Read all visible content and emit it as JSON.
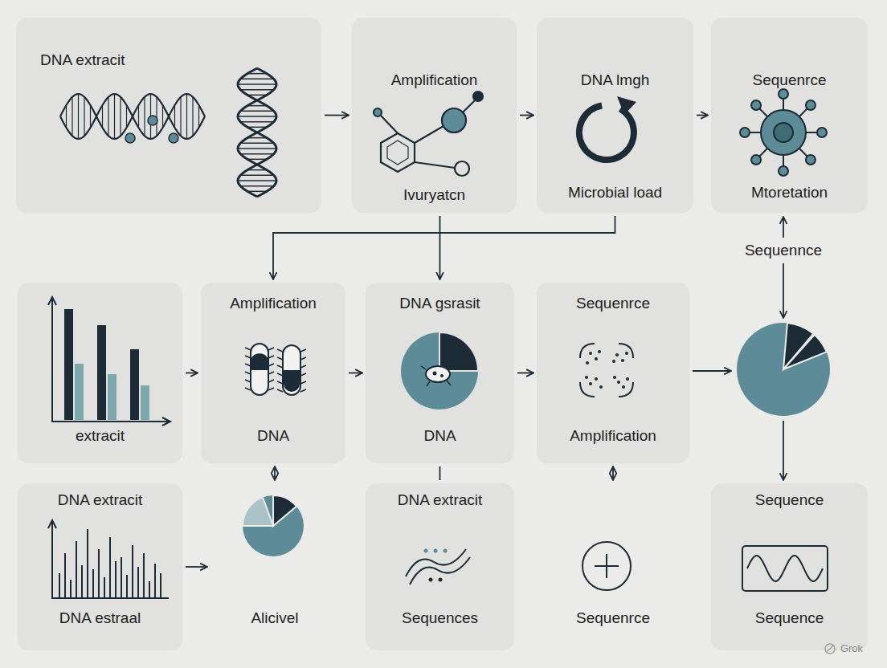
{
  "diagram": {
    "nodes": [
      {
        "text": [
          "DNA extracit"
        ]
      },
      {
        "text": [
          "Amplification",
          "Ivuryatcn"
        ]
      },
      {
        "text": [
          "DNA lmgh",
          "Microbial load"
        ]
      },
      {
        "text": [
          "Sequenrce",
          "Mtoretation"
        ]
      },
      {
        "text": [
          "extracit"
        ]
      },
      {
        "text": [
          "Amplification",
          "DNA"
        ]
      },
      {
        "text": [
          "DNA gsrasit",
          "DNA"
        ]
      },
      {
        "text": [
          "Sequenrce",
          "Amplification"
        ]
      },
      {
        "text": [
          "DNA extracit",
          "DNA estraal"
        ]
      },
      {
        "text": [
          "Alicivel"
        ]
      },
      {
        "text": [
          "DNA extracit",
          "Sequences"
        ]
      },
      {
        "text": [
          "Sequenrce"
        ]
      },
      {
        "text": [
          "Sequence",
          "Sequence"
        ]
      }
    ],
    "edges": [
      {
        "from": 0,
        "to": 1,
        "arrow": "to"
      },
      {
        "from": 1,
        "to": 2,
        "arrow": "to"
      },
      {
        "from": 2,
        "to": 3,
        "arrow": "to"
      },
      {
        "from": 2,
        "to": 5,
        "arrow": "to"
      },
      {
        "from": 1,
        "to": 6,
        "arrow": "to"
      },
      {
        "from": 4,
        "to": 5,
        "arrow": "to"
      },
      {
        "from": 5,
        "to": 6,
        "arrow": "to"
      },
      {
        "from": 6,
        "to": 7,
        "arrow": "to"
      },
      {
        "from": 5,
        "to": 9,
        "arrow": "both"
      },
      {
        "from": 6,
        "to": 10,
        "arrow": "none"
      },
      {
        "from": 7,
        "to": 11,
        "arrow": "both"
      },
      {
        "from": 8,
        "to": 9,
        "arrow": "to"
      }
    ],
    "labels": [
      "Sequennce",
      "Grok"
    ]
  }
}
